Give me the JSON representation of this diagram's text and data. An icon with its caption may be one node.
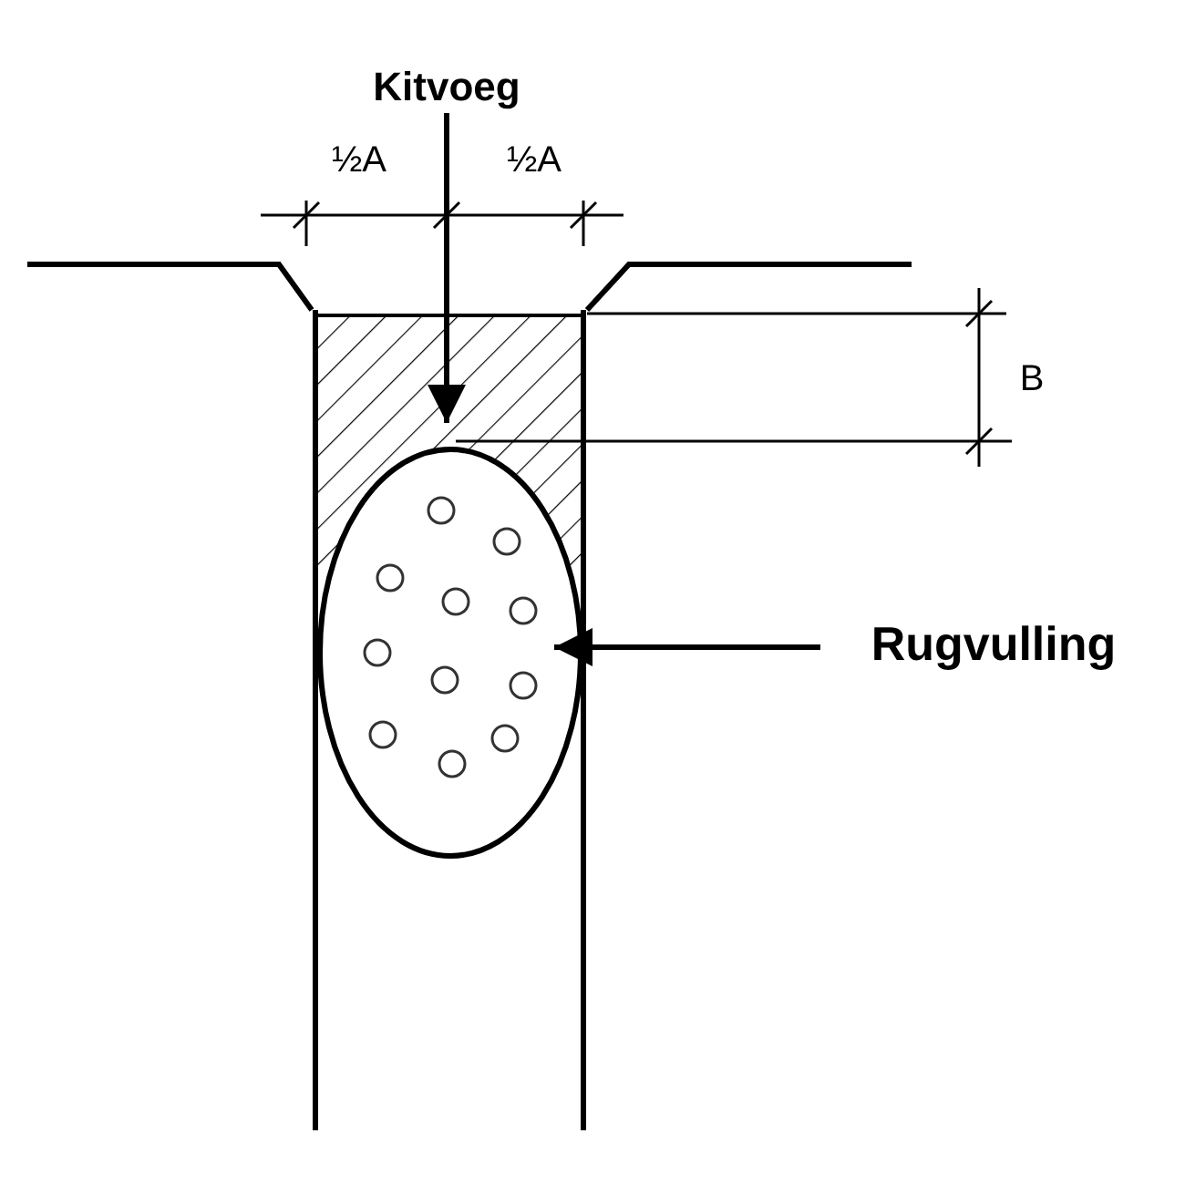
{
  "diagram": {
    "nodes": [
      {
        "text": [
          "Kitvoeg"
        ]
      },
      {
        "text": [],
        "shape": "box"
      },
      {
        "text": [
          "Rugvulling"
        ]
      },
      {
        "text": [],
        "shape": "circle"
      }
    ],
    "edges": [
      {
        "from": 0,
        "to": 1,
        "arrow": "to"
      },
      {
        "from": 2,
        "to": 3,
        "arrow": "to"
      }
    ],
    "labels": [
      "½A",
      "½A",
      "B"
    ]
  }
}
